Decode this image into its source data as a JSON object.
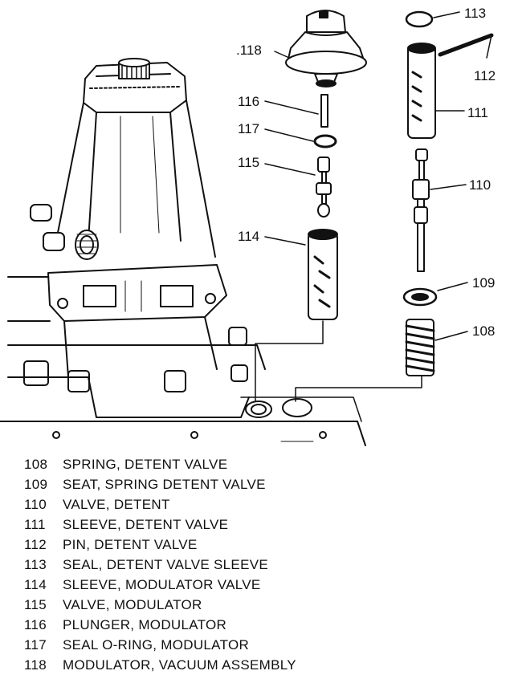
{
  "callouts": [
    {
      "id": "113",
      "label": "113"
    },
    {
      "id": "112",
      "label": "112"
    },
    {
      "id": "111",
      "label": "111"
    },
    {
      "id": "110",
      "label": "110"
    },
    {
      "id": "109",
      "label": "109"
    },
    {
      "id": "108",
      "label": "108"
    },
    {
      "id": "118",
      "label": ".118"
    },
    {
      "id": "116",
      "label": "116"
    },
    {
      "id": "117",
      "label": "117"
    },
    {
      "id": "115",
      "label": "115"
    },
    {
      "id": "114",
      "label": "114"
    }
  ],
  "legend": [
    {
      "num": "108",
      "text": "SPRING, DETENT VALVE"
    },
    {
      "num": "109",
      "text": "SEAT, SPRING DETENT VALVE"
    },
    {
      "num": "110",
      "text": "VALVE, DETENT"
    },
    {
      "num": "111",
      "text": "SLEEVE, DETENT VALVE"
    },
    {
      "num": "112",
      "text": "PIN, DETENT VALVE"
    },
    {
      "num": "113",
      "text": "SEAL, DETENT VALVE SLEEVE"
    },
    {
      "num": "114",
      "text": "SLEEVE, MODULATOR VALVE"
    },
    {
      "num": "115",
      "text": "VALVE, MODULATOR"
    },
    {
      "num": "116",
      "text": "PLUNGER, MODULATOR"
    },
    {
      "num": "117",
      "text": "SEAL O-RING, MODULATOR"
    },
    {
      "num": "118",
      "text": "MODULATOR, VACUUM ASSEMBLY"
    }
  ]
}
